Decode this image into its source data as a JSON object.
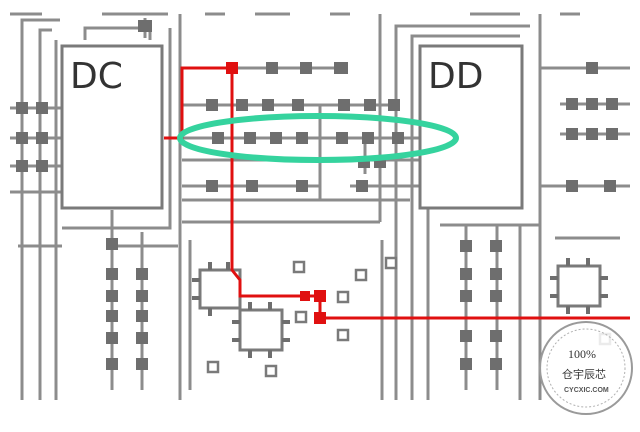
{
  "chips": [
    {
      "id": "dc",
      "label": "DC"
    },
    {
      "id": "dd",
      "label": "DD"
    }
  ],
  "watermark": {
    "percent": "100%",
    "brand": "仓宇辰芯",
    "site": "CYCXIC.COM"
  },
  "colors": {
    "trace": "#8a8a8a",
    "pad": "#6e6e6e",
    "red_route": "#e01010",
    "highlight": "#35d39e",
    "chip_outline": "#7a7a7a"
  }
}
